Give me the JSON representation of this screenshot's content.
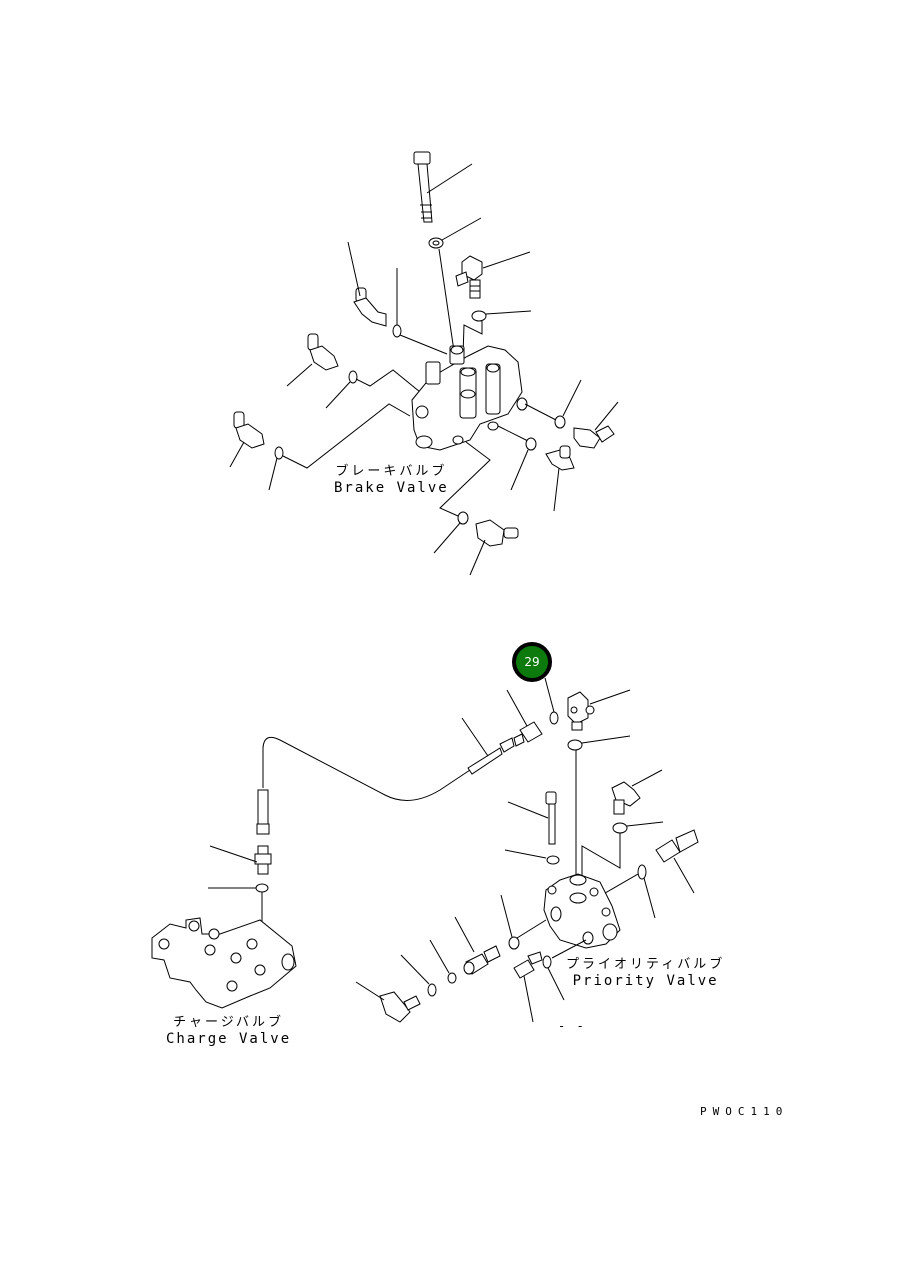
{
  "diagram": {
    "drawing_code": "PWOC110",
    "callout": {
      "number": "29",
      "color": "#0d7a0d",
      "border": "#000000"
    },
    "assemblies": [
      {
        "id": "brake-valve",
        "label_jp": "ブレーキバルブ",
        "label_en": "Brake Valve"
      },
      {
        "id": "priority-valve",
        "label_jp": "プライオリティバルブ",
        "label_en": "Priority Valve"
      },
      {
        "id": "charge-valve",
        "label_jp": "チャージバルブ",
        "label_en": "Charge Valve"
      }
    ],
    "dash_marks": "- -"
  }
}
